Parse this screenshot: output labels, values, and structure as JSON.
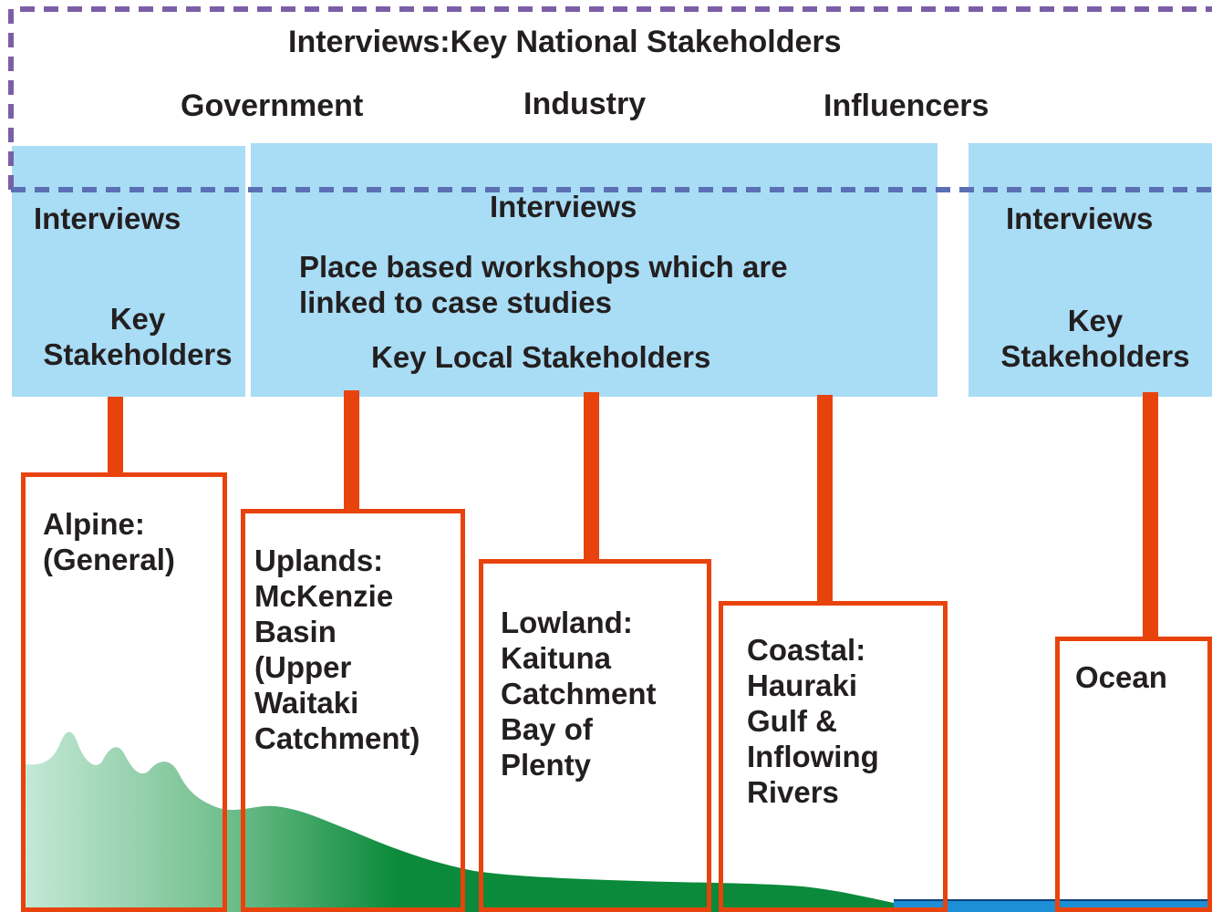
{
  "national": {
    "title": "Interviews:Key National Stakeholders",
    "groups": [
      "Government",
      "Industry",
      "Influencers"
    ]
  },
  "local_boxes": [
    {
      "heading": "Interviews",
      "label": "Key\nStakeholders"
    },
    {
      "heading": "Interviews",
      "detail": "Place based workshops which are\nlinked to case studies",
      "label": "Key Local Stakeholders"
    },
    {
      "heading": "Interviews",
      "label": "Key\nStakeholders"
    }
  ],
  "zones": [
    {
      "label": "Alpine:\n(General)"
    },
    {
      "label": "Uplands:\nMcKenzie\nBasin\n(Upper\nWaitaki\nCatchment)"
    },
    {
      "label": "Lowland:\nKaituna\nCatchment\nBay of\nPlenty"
    },
    {
      "label": "Coastal:\nHauraki\nGulf &\nInflowing\nRivers"
    },
    {
      "label": "Ocean"
    }
  ],
  "colors": {
    "box_fill": "#a9dcf5",
    "connector": "#e8430d",
    "national_border": "#7b5ea7",
    "land_dark": "#0a8a3a",
    "land_light": "#c4e8d6",
    "ocean": "#1c8fd6"
  }
}
